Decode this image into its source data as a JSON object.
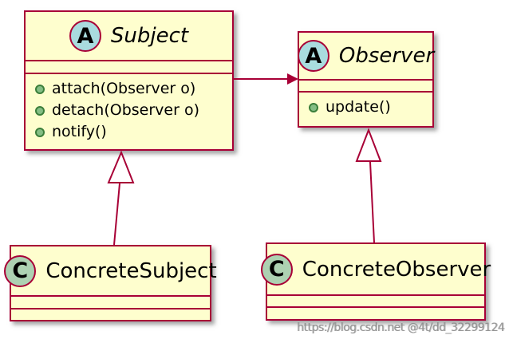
{
  "colors": {
    "class_fill": "#FEFECE",
    "class_border": "#A80036",
    "abstract_spot_fill": "#A9DCDF",
    "class_spot_fill": "#ADD1B2",
    "method_dot_fill": "#84BE84",
    "method_dot_border": "#3A7E3A",
    "arrow_color": "#A80036",
    "watermark_color": "#8C8C8C"
  },
  "classes": [
    {
      "name": "Subject",
      "spot": "A",
      "kind": "abstract",
      "methods": [
        "attach(Observer o)",
        "detach(Observer o)",
        "notify()"
      ]
    },
    {
      "name": "Observer",
      "spot": "A",
      "kind": "abstract",
      "methods": [
        "update()"
      ]
    },
    {
      "name": "ConcreteSubject",
      "spot": "C",
      "kind": "class",
      "methods": []
    },
    {
      "name": "ConcreteObserver",
      "spot": "C",
      "kind": "class",
      "methods": []
    }
  ],
  "relations": [
    {
      "type": "association",
      "from": "Subject",
      "to": "Observer"
    },
    {
      "type": "generalization",
      "from": "ConcreteSubject",
      "to": "Subject"
    },
    {
      "type": "generalization",
      "from": "ConcreteObserver",
      "to": "Observer"
    }
  ],
  "watermark": "https://blog.csdn.net @4t/dd_32299124"
}
